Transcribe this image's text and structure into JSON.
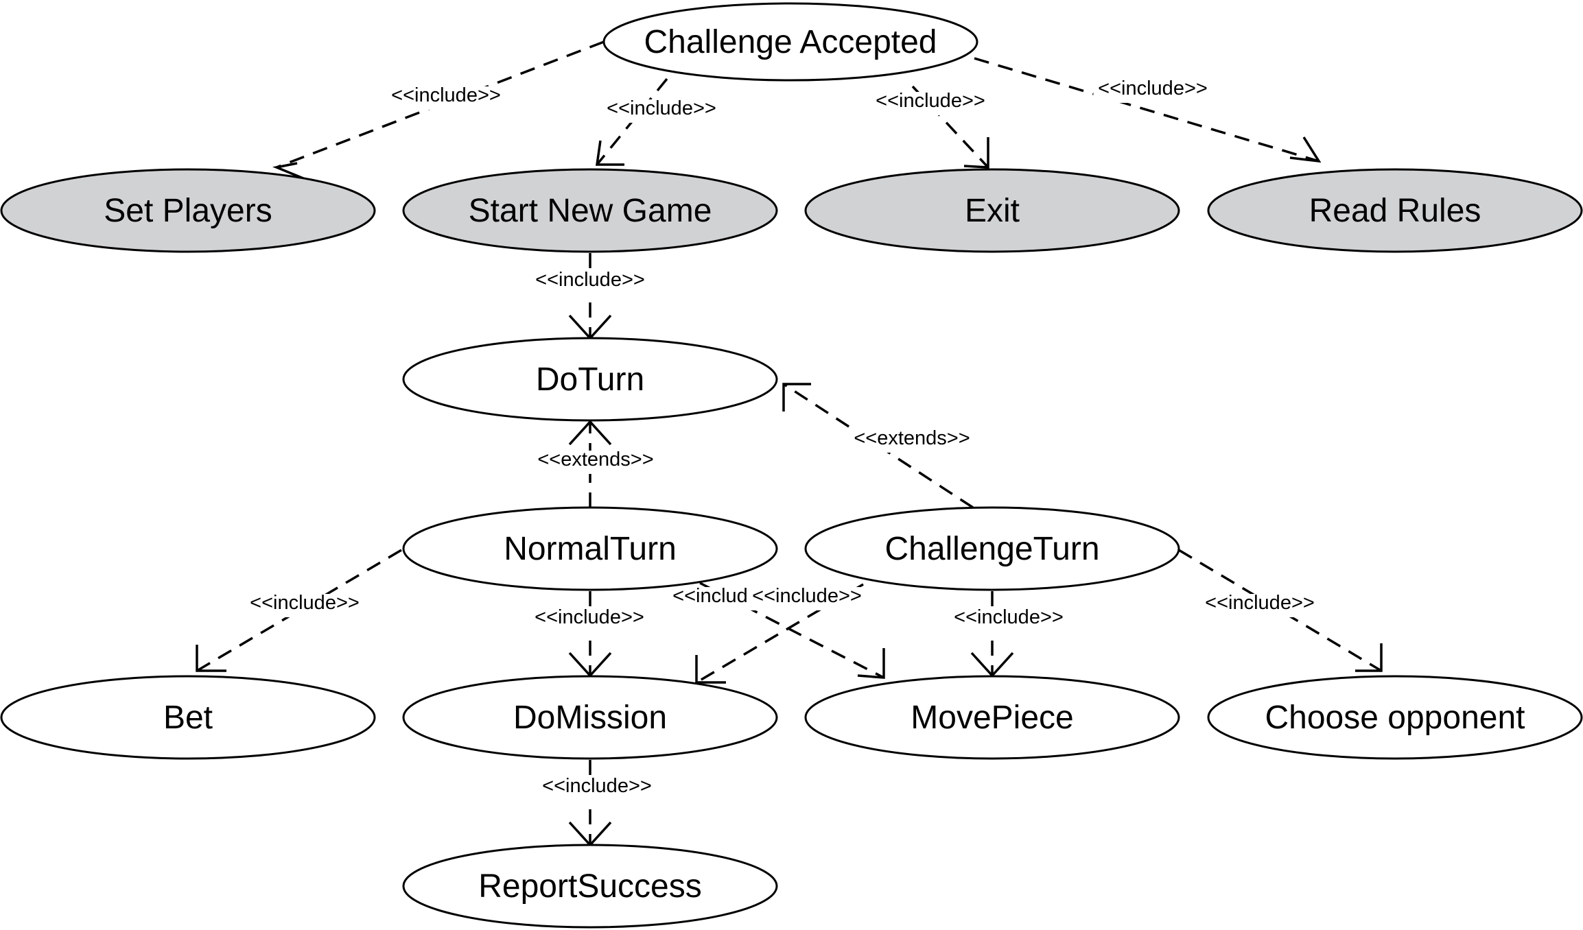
{
  "use_cases": [
    {
      "id": "challenge-accepted",
      "label": "Challenge Accepted",
      "fill": "white"
    },
    {
      "id": "set-players",
      "label": "Set Players",
      "fill": "grey"
    },
    {
      "id": "start-new-game",
      "label": "Start New Game",
      "fill": "grey"
    },
    {
      "id": "exit",
      "label": "Exit",
      "fill": "grey"
    },
    {
      "id": "read-rules",
      "label": "Read Rules",
      "fill": "grey"
    },
    {
      "id": "doturn",
      "label": "DoTurn",
      "fill": "white"
    },
    {
      "id": "normalturn",
      "label": "NormalTurn",
      "fill": "white"
    },
    {
      "id": "challengeturn",
      "label": "ChallengeTurn",
      "fill": "white"
    },
    {
      "id": "bet",
      "label": "Bet",
      "fill": "white"
    },
    {
      "id": "domission",
      "label": "DoMission",
      "fill": "white"
    },
    {
      "id": "movepiece",
      "label": "MovePiece",
      "fill": "white"
    },
    {
      "id": "choose-opponent",
      "label": "Choose opponent",
      "fill": "white"
    },
    {
      "id": "reportsuccess",
      "label": "ReportSuccess",
      "fill": "white"
    }
  ],
  "relations": [
    {
      "from": "challenge-accepted",
      "to": "set-players",
      "stereotype": "<<include>>"
    },
    {
      "from": "challenge-accepted",
      "to": "start-new-game",
      "stereotype": "<<include>>"
    },
    {
      "from": "challenge-accepted",
      "to": "exit",
      "stereotype": "<<include>>"
    },
    {
      "from": "challenge-accepted",
      "to": "read-rules",
      "stereotype": "<<include>>"
    },
    {
      "from": "start-new-game",
      "to": "doturn",
      "stereotype": "<<include>>"
    },
    {
      "from": "normalturn",
      "to": "doturn",
      "stereotype": "<<extends>>"
    },
    {
      "from": "challengeturn",
      "to": "doturn",
      "stereotype": "<<extends>>"
    },
    {
      "from": "normalturn",
      "to": "bet",
      "stereotype": "<<include>>"
    },
    {
      "from": "normalturn",
      "to": "domission",
      "stereotype": "<<include>>"
    },
    {
      "from": "normalturn",
      "to": "movepiece",
      "stereotype": "<<include>>"
    },
    {
      "from": "challengeturn",
      "to": "domission",
      "stereotype": "<<include>>"
    },
    {
      "from": "challengeturn",
      "to": "movepiece",
      "stereotype": "<<include>>"
    },
    {
      "from": "challengeturn",
      "to": "choose-opponent",
      "stereotype": "<<include>>"
    },
    {
      "from": "domission",
      "to": "reportsuccess",
      "stereotype": "<<include>>"
    }
  ],
  "colors": {
    "grey_fill": "#d1d2d4",
    "white_fill": "#ffffff",
    "stroke": "#000000"
  }
}
